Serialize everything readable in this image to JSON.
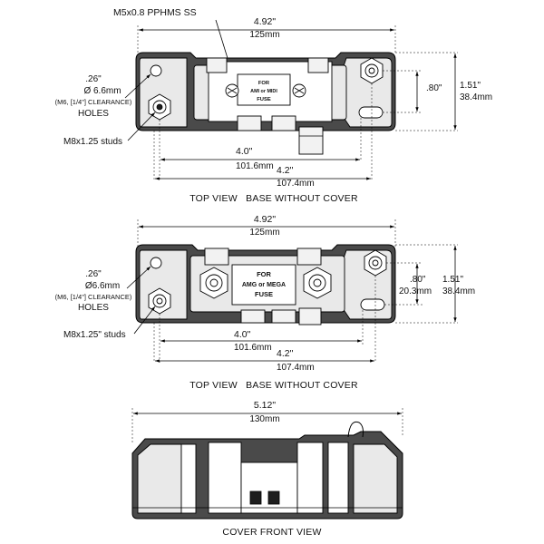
{
  "view1": {
    "top_width_in": "4.92\"",
    "top_width_mm": "125mm",
    "screw_spec": "M5x0.8 PPHMS SS",
    "hole_dim_in": ".26\"",
    "hole_dim_mm": "Ø 6.6mm",
    "hole_note": "(M6, [1/4\"] CLEARANCE)",
    "holes_label": "HOLES",
    "studs_label": "M8x1.25 studs",
    "right_small_in": ".80\"",
    "right_height_in": "1.51\"",
    "right_height_mm": "38.4mm",
    "stud_spacing_in": "4.0\"",
    "stud_spacing_mm": "101.6mm",
    "hole_spacing_in": "4.2\"",
    "hole_spacing_mm": "107.4mm",
    "fuse_line1": "FOR",
    "fuse_line2": "AMI or MIDI",
    "fuse_line3": "FUSE",
    "caption": "TOP VIEW   BASE WITHOUT COVER"
  },
  "view2": {
    "top_width_in": "4.92\"",
    "top_width_mm": "125mm",
    "hole_dim_in": ".26\"",
    "hole_dim_mm": "Ø6.6mm",
    "hole_note": "(M6, [1/4\"] CLEARANCE)",
    "holes_label": "HOLES",
    "studs_label": "M8x1.25\" studs",
    "right_small_in": ".80\"",
    "right_small_mm": "20.3mm",
    "right_height_in": "1.51\"",
    "right_height_mm": "38.4mm",
    "stud_spacing_in": "4.0\"",
    "stud_spacing_mm": "101.6mm",
    "hole_spacing_in": "4.2\"",
    "hole_spacing_mm": "107.4mm",
    "fuse_line1": "FOR",
    "fuse_line2": "AMG or MEGA",
    "fuse_line3": "FUSE",
    "caption": "TOP VIEW   BASE WITHOUT COVER"
  },
  "view3": {
    "width_in": "5.12\"",
    "width_mm": "130mm",
    "caption": "COVER FRONT VIEW"
  }
}
